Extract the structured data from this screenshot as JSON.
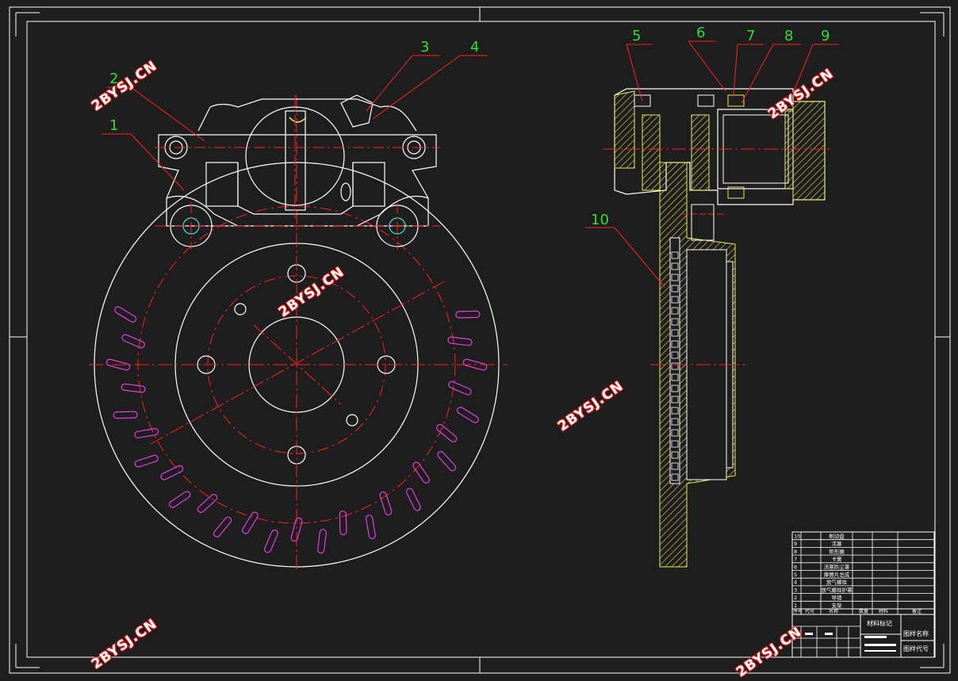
{
  "drawing": {
    "balloons": [
      "1",
      "2",
      "3",
      "4",
      "5",
      "6",
      "7",
      "8",
      "9",
      "10"
    ]
  },
  "watermark": {
    "text": "2BYSJ.CN"
  },
  "parts_list": {
    "rows": [
      {
        "no": "10",
        "name": "制动盘"
      },
      {
        "no": "9",
        "name": "活塞"
      },
      {
        "no": "8",
        "name": "矩形圈"
      },
      {
        "no": "7",
        "name": "卡簧"
      },
      {
        "no": "6",
        "name": "活塞防尘罩"
      },
      {
        "no": "5",
        "name": "摩擦片总成"
      },
      {
        "no": "4",
        "name": "放气螺栓"
      },
      {
        "no": "3",
        "name": "放气螺栓护罩"
      },
      {
        "no": "2",
        "name": "导销"
      },
      {
        "no": "1",
        "name": "支架"
      }
    ],
    "header": [
      "序号",
      "代号",
      "名称",
      "数量",
      "材料",
      "备注"
    ]
  },
  "title_block": {
    "material_label": "材料标记",
    "drawing_name": "图样名称",
    "drawing_code": "图样代号"
  },
  "colors": {
    "outline": "#ffffff",
    "center_line": "#ff2020",
    "hatch": "#e8e85a",
    "label": "#30e030",
    "slot": "#e040e0",
    "cyan": "#40e0e0"
  }
}
